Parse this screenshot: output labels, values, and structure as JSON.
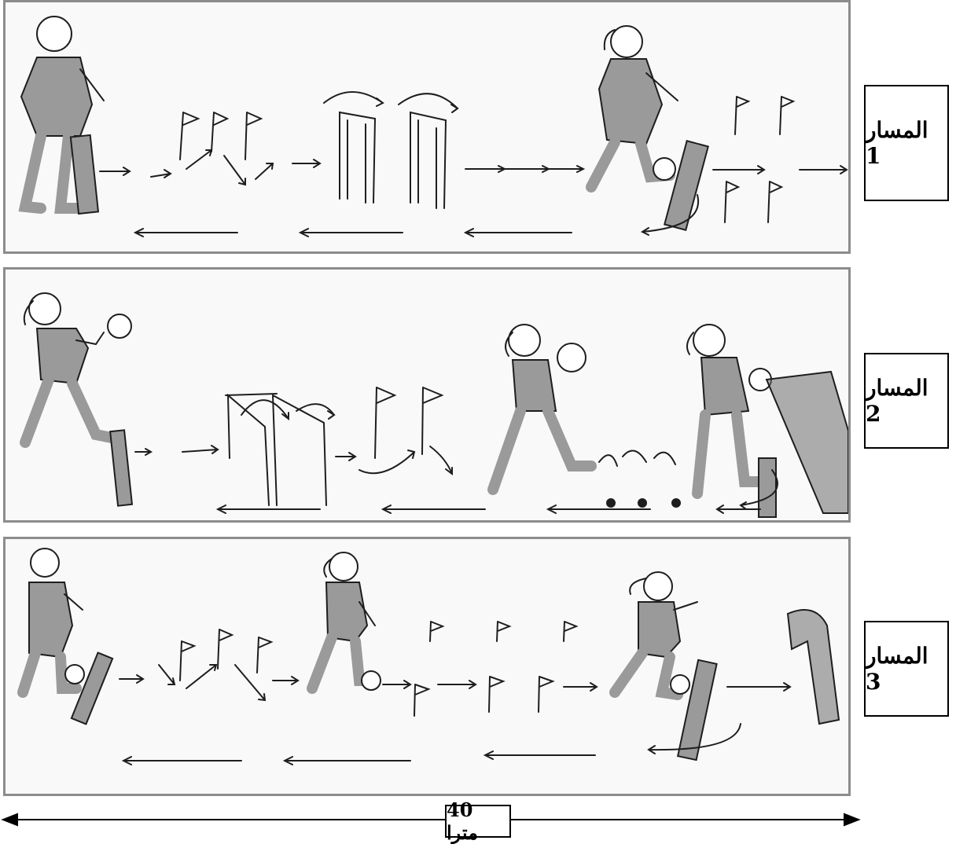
{
  "tracks": [
    {
      "label": "المسار 1"
    },
    {
      "label": "المسار 2"
    },
    {
      "label": "المسار 3"
    }
  ],
  "distance": {
    "label": "40 مترا"
  },
  "colors": {
    "ink": "#1e1e1e",
    "figure_fill": "#9a9a9a",
    "border": "#8c8c8c"
  }
}
